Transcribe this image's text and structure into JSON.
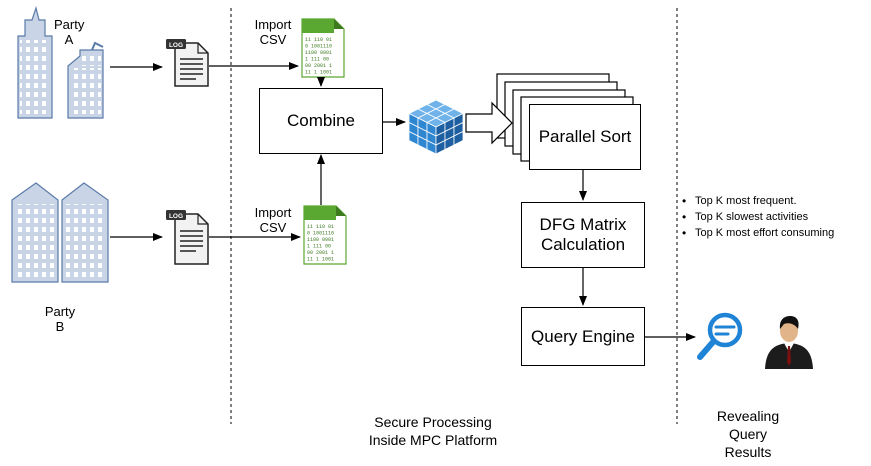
{
  "parties": {
    "a": {
      "line1": "Party",
      "line2": "A"
    },
    "b": {
      "line1": "Party",
      "line2": "B"
    }
  },
  "log_badge": "LOG",
  "import_csv": {
    "line1": "Import",
    "line2": "CSV"
  },
  "csv_icon_rows": [
    [
      "11 110 01",
      "0 1001110",
      "1100 0001",
      " 1 111 00",
      "00 2001 1",
      "11 1 1001"
    ]
  ],
  "boxes": {
    "combine": "Combine",
    "parallel_sort": "Parallel Sort",
    "dfg_line1": "DFG Matrix",
    "dfg_line2": "Calculation",
    "query_engine": "Query Engine"
  },
  "bullets": [
    "Top K most frequent.",
    "Top K slowest activities",
    "Top K most effort consuming"
  ],
  "bottom_labels": {
    "secure_line1": "Secure Processing",
    "secure_line2": "Inside MPC Platform",
    "revealing_line1": "Revealing",
    "revealing_line2": "Query",
    "revealing_line3": "Results"
  },
  "colors": {
    "building_fill": "#c9d5e6",
    "building_stroke": "#5a7aa8",
    "window": "#ffffff",
    "csv_green": "#5aa832",
    "cube_blue": "#2f86d1",
    "magnifier": "#1f83d6"
  }
}
